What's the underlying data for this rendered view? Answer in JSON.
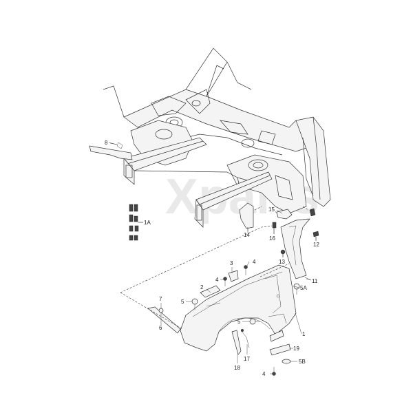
{
  "watermark": "Xparts",
  "callouts": {
    "c1": "1",
    "c1A": "1A",
    "c2": "2",
    "c3": "3",
    "c4a": "4",
    "c4b": "4",
    "c4c": "4",
    "c5a": "5",
    "c5b": "5",
    "c5A": "5A",
    "c5B": "5B",
    "c6": "6",
    "c7": "7",
    "c8": "8",
    "c11": "11",
    "c12": "12",
    "c13": "13",
    "c14": "14",
    "c15": "15",
    "c16": "16",
    "c17": "17",
    "c18": "18",
    "c19": "19"
  }
}
